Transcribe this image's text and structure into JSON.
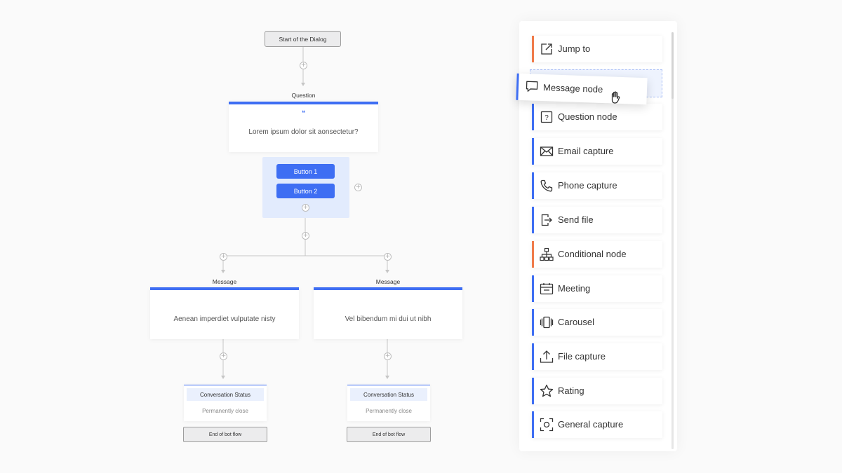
{
  "flow": {
    "start_label": "Start of the Dialog",
    "question_node": {
      "title": "Question",
      "quote_glyph": "❝",
      "text": "Lorem ipsum dolor sit aonsectetur?",
      "buttons": [
        "Button 1",
        "Button 2"
      ]
    },
    "message_nodes": [
      {
        "title": "Message",
        "text": "Aenean imperdiet vulputate nisty"
      },
      {
        "title": "Message",
        "text": "Vel bibendum mi dui ut nibh"
      }
    ],
    "status_nodes": [
      {
        "label": "Conversation Status",
        "sub": "Permanently close",
        "end_label": "End of bot flow"
      },
      {
        "label": "Conversation Status",
        "sub": "Permanently close",
        "end_label": "End of bot flow"
      }
    ],
    "plus_glyph": "+"
  },
  "palette": {
    "dragging_item": {
      "label": "Message node",
      "icon": "message-icon",
      "accent": "#3e6ef3"
    },
    "items": [
      {
        "label": "Jump to",
        "icon": "jump-to-icon",
        "accent": "#f07b4a"
      },
      {
        "label": "Question node",
        "icon": "question-icon",
        "accent": "#3e6ef3"
      },
      {
        "label": "Email capture",
        "icon": "email-icon",
        "accent": "#3e6ef3"
      },
      {
        "label": "Phone capture",
        "icon": "phone-icon",
        "accent": "#3e6ef3"
      },
      {
        "label": "Send file",
        "icon": "send-file-icon",
        "accent": "#3e6ef3"
      },
      {
        "label": "Conditional node",
        "icon": "conditional-icon",
        "accent": "#f07b4a"
      },
      {
        "label": "Meeting",
        "icon": "meeting-icon",
        "accent": "#3e6ef3"
      },
      {
        "label": "Carousel",
        "icon": "carousel-icon",
        "accent": "#3e6ef3"
      },
      {
        "label": "File capture",
        "icon": "file-upload-icon",
        "accent": "#3e6ef3"
      },
      {
        "label": "Rating",
        "icon": "star-icon",
        "accent": "#3e6ef3"
      },
      {
        "label": "General capture",
        "icon": "general-capture-icon",
        "accent": "#3e6ef3"
      }
    ]
  },
  "colors": {
    "primary": "#3e6ef3",
    "orange": "#f07b4a",
    "button_area": "#e2ebfd"
  }
}
